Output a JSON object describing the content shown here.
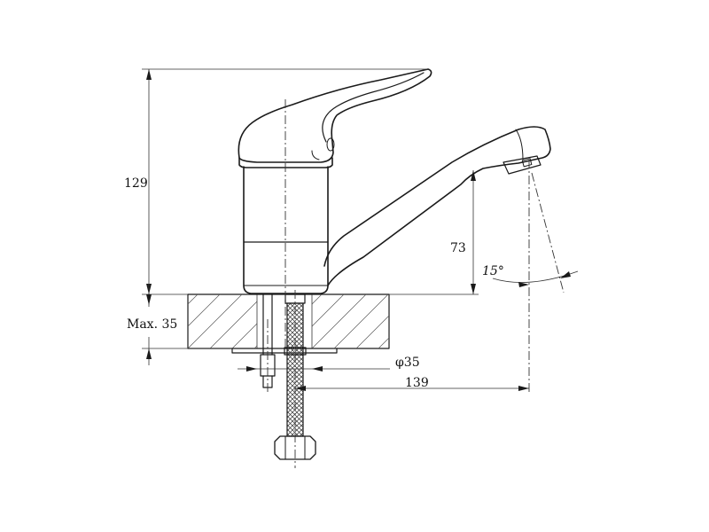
{
  "drawing": {
    "dimensions": {
      "height_total": "129",
      "spout_height": "73",
      "max_thickness": "Max. 35",
      "hole_diameter": "φ35",
      "spout_reach": "139",
      "swivel_angle": "15°"
    },
    "colors": {
      "line": "#1a1a1a",
      "background": "#ffffff"
    }
  }
}
